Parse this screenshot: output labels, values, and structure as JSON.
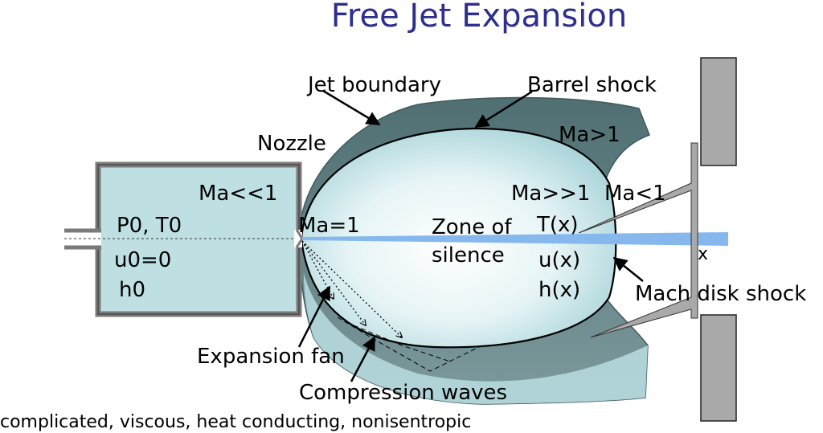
{
  "title": "Free Jet Expansion",
  "colors": {
    "title": "#2e2e8f",
    "reservoir_fill": "#bfe0e3",
    "reservoir_border": "#7a7a7a",
    "shock_dark": "#5e7d80",
    "plume_light": "#e8f5f6",
    "plume_edge": "#a7d3d8",
    "beam": "#86b8ee",
    "skimmer": "#a9a9a9"
  },
  "labels": {
    "jet_boundary": "Jet boundary",
    "barrel_shock": "Barrel shock",
    "nozzle": "Nozzle",
    "ma_gt_1": "Ma>1",
    "ma_ll_1": "Ma<<1",
    "ma_gg_1": "Ma>>1",
    "ma_lt_1": "Ma<1",
    "p0_t0": "P0, T0",
    "u0": "u0=0",
    "h0": "h0",
    "ma_eq_1": "Ma=1",
    "zone_of": "Zone of",
    "silence": "silence",
    "tx": "T(x)",
    "ux": "u(x)",
    "hx": "h(x)",
    "x": "x",
    "mach_disk_shock": "Mach disk shock",
    "expansion_fan": "Expansion fan",
    "compression_waves": "Compression waves",
    "footnote": "complicated, viscous, heat conducting, nonisentropic"
  }
}
